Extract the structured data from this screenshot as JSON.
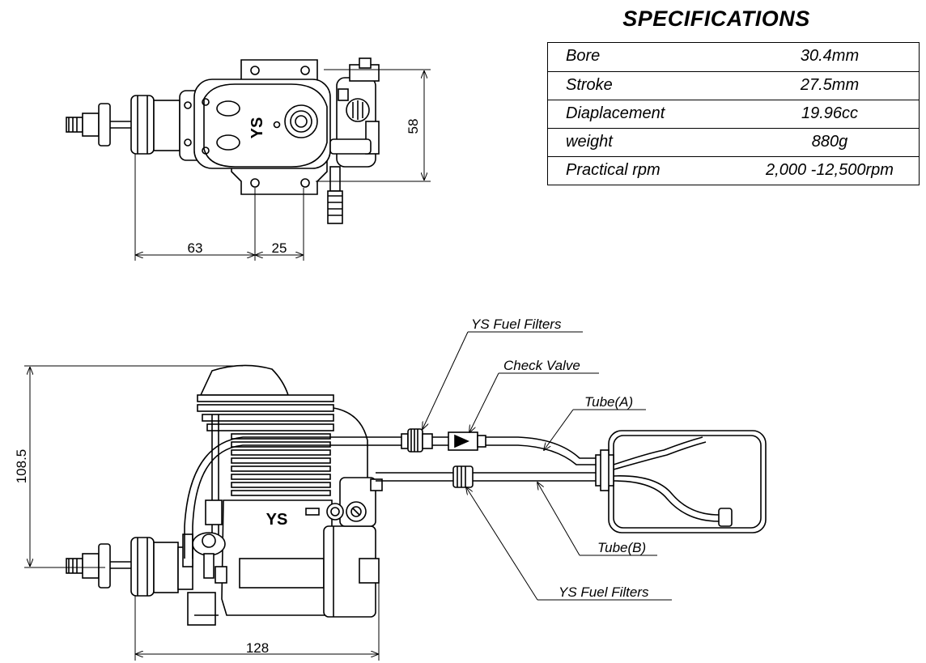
{
  "specifications": {
    "title": "SPECIFICATIONS",
    "rows": [
      {
        "label": "Bore",
        "value": "30.4mm"
      },
      {
        "label": "Stroke",
        "value": "27.5mm"
      },
      {
        "label": "Diaplacement",
        "value": "19.96cc"
      },
      {
        "label": "weight",
        "value": "880g"
      },
      {
        "label": "Practical rpm",
        "value": "2,000 -12,500rpm"
      }
    ]
  },
  "front_view": {
    "dim_height": "58",
    "dim_left": "63",
    "dim_right": "25",
    "logo": "YS"
  },
  "side_view": {
    "dim_height": "108.5",
    "dim_length": "128",
    "logo": "YS",
    "callouts": {
      "filters_top": "YS Fuel Filters",
      "check_valve": "Check Valve",
      "tube_a": "Tube(A)",
      "tube_b": "Tube(B)",
      "filters_bottom": "YS Fuel Filters"
    }
  }
}
